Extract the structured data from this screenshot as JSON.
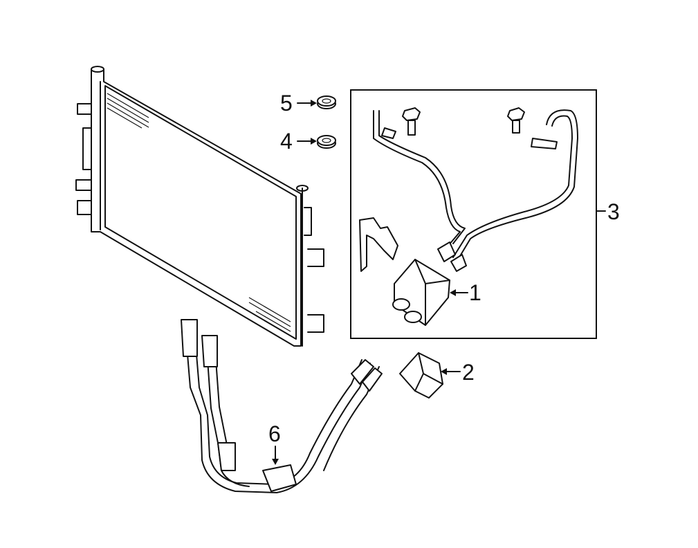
{
  "callouts": {
    "part1": "1",
    "part2": "2",
    "part3": "3",
    "part4": "4",
    "part5": "5",
    "part6": "6"
  }
}
